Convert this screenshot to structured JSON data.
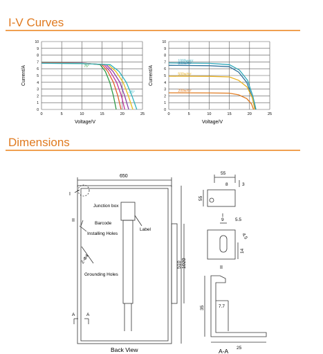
{
  "sections": {
    "iv_title": "I-V Curves",
    "dim_title": "Dimensions"
  },
  "chart_data": [
    {
      "type": "line",
      "title": "",
      "xlabel": "Voltage/V",
      "ylabel": "Current/A",
      "xlim": [
        0,
        25
      ],
      "ylim": [
        0,
        10
      ],
      "xticks": [
        "0",
        "5",
        "10",
        "15",
        "20",
        "25"
      ],
      "yticks": [
        "0",
        "1",
        "2",
        "3",
        "4",
        "5",
        "6",
        "7",
        "8",
        "9",
        "10"
      ],
      "grid": true,
      "series": [
        {
          "name": "75°",
          "color": "#2e9a46",
          "x": [
            0,
            10,
            14.5,
            15.8,
            16.9,
            17.8,
            18.5
          ],
          "y": [
            6.9,
            6.85,
            6.6,
            5.6,
            4,
            2,
            0
          ]
        },
        {
          "name": "",
          "color": "#e0602a",
          "x": [
            0,
            10,
            15,
            16.4,
            17.8,
            18.9,
            19.7
          ],
          "y": [
            6.88,
            6.83,
            6.6,
            5.6,
            4,
            2,
            0
          ]
        },
        {
          "name": "",
          "color": "#c0309a",
          "x": [
            0,
            10,
            15.5,
            17,
            18.6,
            19.8,
            20.6
          ],
          "y": [
            6.86,
            6.82,
            6.6,
            5.6,
            4,
            2,
            0
          ]
        },
        {
          "name": "",
          "color": "#8a3fa6",
          "x": [
            0,
            10,
            16,
            17.7,
            19.4,
            20.6,
            21.6
          ],
          "y": [
            6.84,
            6.8,
            6.6,
            5.6,
            4,
            2,
            0
          ]
        },
        {
          "name": "",
          "color": "#e8c020",
          "x": [
            0,
            10,
            16.5,
            18.4,
            20.2,
            21.5,
            22.6
          ],
          "y": [
            6.82,
            6.78,
            6.6,
            5.6,
            4,
            2,
            0
          ]
        },
        {
          "name": "-25°",
          "color": "#2fb2bd",
          "x": [
            0,
            10,
            17,
            19.2,
            21,
            22.4,
            23.6
          ],
          "y": [
            6.8,
            6.76,
            6.6,
            5.6,
            4,
            2,
            0
          ]
        }
      ],
      "annotations": [
        "75°",
        "-25°"
      ]
    },
    {
      "type": "line",
      "title": "",
      "xlabel": "Voltage/V",
      "ylabel": "Current/A",
      "xlim": [
        0,
        25
      ],
      "ylim": [
        0,
        10
      ],
      "xticks": [
        "0",
        "5",
        "10",
        "15",
        "20",
        "25"
      ],
      "yticks": [
        "0",
        "1",
        "2",
        "3",
        "4",
        "5",
        "6",
        "7",
        "8",
        "9",
        "10"
      ],
      "grid": true,
      "series": [
        {
          "name": "1000w/m²",
          "color": "#2aa6b8",
          "x": [
            0,
            10,
            15,
            17.5,
            19.5,
            20.8,
            21.6
          ],
          "y": [
            6.85,
            6.8,
            6.6,
            5.8,
            4.3,
            2,
            0
          ]
        },
        {
          "name": "800w/m²",
          "color": "#2a6f9a",
          "x": [
            0,
            10,
            15,
            17.3,
            19.3,
            20.6,
            21.4
          ],
          "y": [
            6.5,
            6.45,
            6.3,
            5.5,
            4,
            1.9,
            0
          ]
        },
        {
          "name": "500w/m²",
          "color": "#e8b020",
          "x": [
            0,
            10,
            15,
            17.3,
            19.4,
            20.7,
            21.3
          ],
          "y": [
            4.9,
            4.88,
            4.8,
            4.3,
            3.3,
            1.7,
            0
          ]
        },
        {
          "name": "200w/m²",
          "color": "#e07a1f",
          "x": [
            0,
            10,
            15,
            17.3,
            19.3,
            20.5,
            21
          ],
          "y": [
            2.45,
            2.44,
            2.4,
            2.15,
            1.6,
            0.8,
            0
          ]
        }
      ]
    }
  ],
  "drawing": {
    "back_view_caption": "Back View",
    "aa_caption": "A-A",
    "width_dim": "650",
    "height_dim_inner": "510",
    "height_dim_outer": "1020",
    "hole_diameter": "2-Φ4",
    "labels": {
      "junction_box": "Junction box",
      "barcode": "Barcode",
      "label": "Label",
      "installing_holes": "Installing Holes",
      "grounding_holes": "Grounding Holes",
      "marker_I": "I",
      "marker_II": "II",
      "section_A_left": "A",
      "section_A_right": "A"
    },
    "detail_I": {
      "dim_top": "55",
      "dim_right": "3",
      "dim_left": "55",
      "dim_small": "8",
      "caption": "I"
    },
    "detail_II": {
      "dim_9": "9",
      "dim_5_5": "5.5",
      "dim_4_5": "4.5",
      "dim_14": "14",
      "caption": "II"
    },
    "section_AA": {
      "dim_height": "35",
      "dim_inner": "7.7",
      "dim_width": "25"
    }
  }
}
